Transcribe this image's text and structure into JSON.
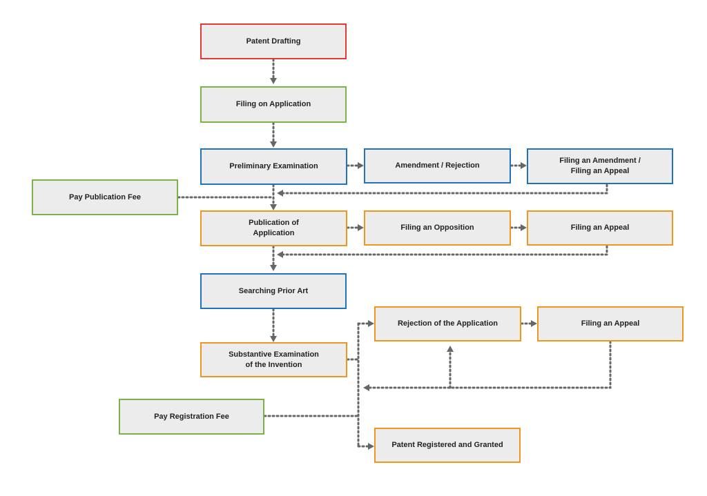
{
  "colors": {
    "red_border": "#e53935",
    "green_border": "#7cb342",
    "blue_border": "#1e73be",
    "orange_border": "#f0961e",
    "box_fill": "#ececec",
    "connector": "#666666"
  },
  "nodes": {
    "patent_drafting": "Patent Drafting",
    "filing_on_application": "Filing on Application",
    "preliminary_examination": "Preliminary Examination",
    "amendment_rejection": "Amendment / Rejection",
    "filing_amendment_appeal": "Filing an Amendment /\nFiling an Appeal",
    "pay_publication_fee": "Pay Publication Fee",
    "publication_of_application": "Publication of\nApplication",
    "filing_an_opposition": "Filing an Opposition",
    "filing_an_appeal_1": "Filing an Appeal",
    "searching_prior_art": "Searching Prior Art",
    "rejection_of_application": "Rejection of the Application",
    "filing_an_appeal_2": "Filing an Appeal",
    "substantive_examination": "Substantive Examination\nof the Invention",
    "pay_registration_fee": "Pay Registration Fee",
    "patent_registered_granted": "Patent Registered and Granted"
  }
}
